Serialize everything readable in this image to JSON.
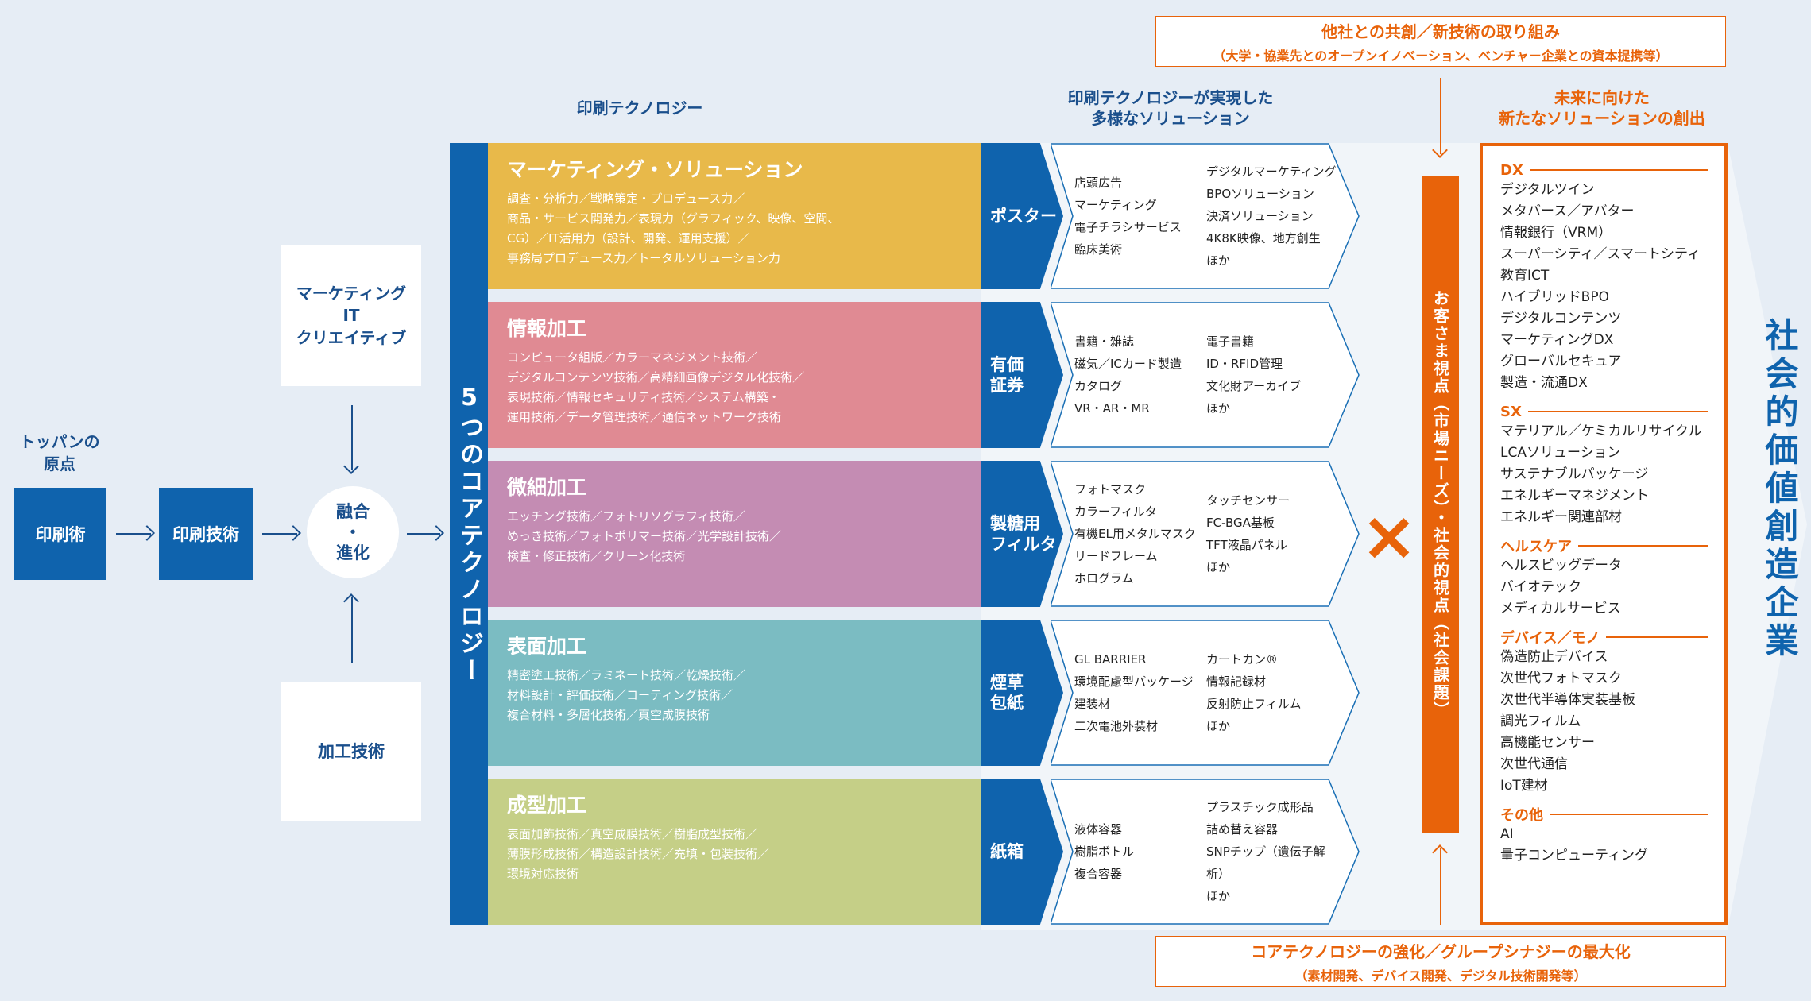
{
  "origin": {
    "label": "トッパンの\n原点",
    "printing": "印刷術",
    "printing_tech": "印刷技術",
    "fusion": "融合\n・\n進化",
    "top_box": "マーケティング\nIT\nクリエイティブ",
    "bottom_box": "加工技術"
  },
  "headers": {
    "printing_tech": "印刷テクノロジー",
    "solutions_l1": "印刷テクノロジーが実現した",
    "solutions_l2": "多様なソリューション",
    "future_l1": "未来に向けた",
    "future_l2": "新たなソリューションの創出"
  },
  "core_label": "5つのコアテクノロジー",
  "technologies": [
    {
      "title": "マーケティング・ソリューション",
      "desc": "調査・分析力／戦略策定・プロデュース力／\n商品・サービス開発力／表現力（グラフィック、映像、空間、\nCG）／IT活用力（設計、開発、運用支援）／\n事務局プロデュース力／トータルソリューション力",
      "color": "#e8b94a",
      "product": "ポスター",
      "sol_left": "店頭広告\nマーケティング\n電子チラシサービス\n臨床美術",
      "sol_right": "デジタルマーケティング\nBPOソリューション\n決済ソリューション\n4K8K映像、地方創生\nほか"
    },
    {
      "title": "情報加工",
      "desc": "コンピュータ組版／カラーマネジメント技術／\nデジタルコンテンツ技術／高精細画像デジタル化技術／\n表現技術／情報セキュリティ技術／システム構築・\n運用技術／データ管理技術／通信ネットワーク技術",
      "color": "#e08a93",
      "product": "有価\n証券",
      "sol_left": "書籍・雑誌\n磁気／ICカード製造\nカタログ\nVR・AR・MR",
      "sol_right": "電子書籍\nID・RFID管理\n文化財アーカイブ\nほか"
    },
    {
      "title": "微細加工",
      "desc": "エッチング技術／フォトリソグラフィ技術／\nめっき技術／フォトポリマー技術／光学設計技術／\n検査・修正技術／クリーン化技術",
      "color": "#c48cb3",
      "product": "製糖用\nフィルタ",
      "sol_left": "フォトマスク\nカラーフィルタ\n有機EL用メタルマスク\nリードフレーム\nホログラム",
      "sol_right": "タッチセンサー\nFC-BGA基板\nTFT液晶パネル\nほか"
    },
    {
      "title": "表面加工",
      "desc": "精密塗工技術／ラミネート技術／乾燥技術／\n材料設計・評価技術／コーティング技術／\n複合材料・多層化技術／真空成膜技術",
      "color": "#7bbcc2",
      "product": "煙草\n包紙",
      "sol_left": "GL BARRIER\n環境配慮型パッケージ\n建装材\n二次電池外装材",
      "sol_right": "カートカン®\n情報記録材\n反射防止フィルム\nほか"
    },
    {
      "title": "成型加工",
      "desc": "表面加飾技術／真空成膜技術／樹脂成型技術／\n薄膜形成技術／構造設計技術／充填・包装技術／\n環境対応技術",
      "color": "#c5cf87",
      "product": "紙箱",
      "sol_left": "液体容器\n樹脂ボトル\n複合容器",
      "sol_right": "プラスチック成形品\n詰め替え容器\nSNPチップ（遺伝子解析）\nほか"
    }
  ],
  "cross_mark": "×",
  "customer_view": "お客さま視点（市場ニーズ）・社会的視点（社会課題）",
  "top_note": {
    "l1": "他社との共創／新技術の取り組み",
    "l2": "（大学・協業先とのオープンイノベーション、ベンチャー企業との資本提携等）"
  },
  "bottom_note": {
    "l1": "コアテクノロジーの強化／グループシナジーの最大化",
    "l2": "（素材開発、デバイス開発、デジタル技術開発等）"
  },
  "future_categories": [
    {
      "head": "DX",
      "items": "デジタルツイン\nメタバース／アバター\n情報銀行（VRM）\nスーパーシティ／スマートシティ\n教育ICT\nハイブリッドBPO\nデジタルコンテンツ\nマーケティングDX\nグローバルセキュア\n製造・流通DX"
    },
    {
      "head": "SX",
      "items": "マテリアル／ケミカルリサイクル\nLCAソリューション\nサステナブルパッケージ\nエネルギーマネジメント\nエネルギー関連部材"
    },
    {
      "head": "ヘルスケア",
      "items": "ヘルスビッグデータ\nバイオテック\nメディカルサービス"
    },
    {
      "head": "デバイス／モノ",
      "items": "偽造防止デバイス\n次世代フォトマスク\n次世代半導体実装基板\n調光フィルム\n高機能センサー\n次世代通信\nIoT建材"
    },
    {
      "head": "その他",
      "items": "AI\n量子コンピューティング"
    }
  ],
  "goal": "社会的価値創造企業"
}
